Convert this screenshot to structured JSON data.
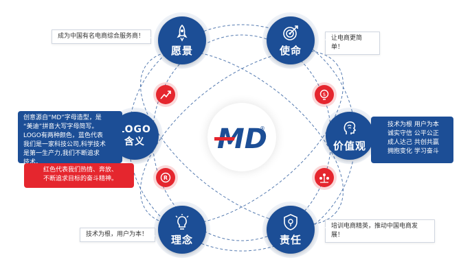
{
  "nodes": {
    "vision": {
      "label": "愿景"
    },
    "mission": {
      "label": "使命"
    },
    "logo": {
      "line1": "LOGO",
      "line2": "含义"
    },
    "values": {
      "label": "价值观"
    },
    "philosophy": {
      "label": "理念"
    },
    "responsibility": {
      "label": "责任"
    }
  },
  "texts": {
    "vision": "成为中国有名电商综合服务商！",
    "mission": "让电商更简单！",
    "logo_blue": [
      "创意源自“MD”字母造型，是",
      "“美迪”拼音大写字母简写。",
      "LOGO有两种颜色，蓝色代表",
      "我们是一家科技公司,科学技术",
      "是第一生产力,我们不断追求",
      "技术。"
    ],
    "logo_red": [
      "红色代表我们热情、奔放、",
      "不断追求目标的奋斗精神。"
    ],
    "values": [
      "技术为根 用户为本",
      "诚实守信 公平公正",
      "成人达己 共创共赢",
      "拥抱变化 学习奋斗"
    ],
    "philosophy": "技术为根，用户为本！",
    "responsibility": "培训电商精英，推动中国电商发展！"
  },
  "brand": {
    "logo_letters": "MD",
    "registered": "®"
  },
  "colors": {
    "blue": "#1c4e96",
    "red": "#e5262e"
  }
}
